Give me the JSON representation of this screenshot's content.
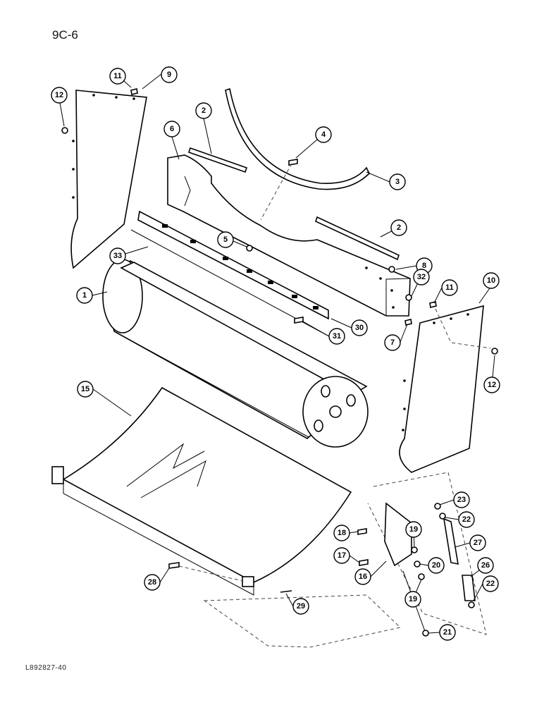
{
  "page_label": "9C-6",
  "image_code": "L892827-40",
  "callouts": [
    {
      "id": "c11a",
      "label": "11"
    },
    {
      "id": "c9",
      "label": "9"
    },
    {
      "id": "c12a",
      "label": "12"
    },
    {
      "id": "c2a",
      "label": "2"
    },
    {
      "id": "c6",
      "label": "6"
    },
    {
      "id": "c4",
      "label": "4"
    },
    {
      "id": "c3",
      "label": "3"
    },
    {
      "id": "c2b",
      "label": "2"
    },
    {
      "id": "c5",
      "label": "5"
    },
    {
      "id": "c33",
      "label": "33"
    },
    {
      "id": "c8",
      "label": "8"
    },
    {
      "id": "c32",
      "label": "32"
    },
    {
      "id": "c10",
      "label": "10"
    },
    {
      "id": "c1",
      "label": "1"
    },
    {
      "id": "c11b",
      "label": "11"
    },
    {
      "id": "c30",
      "label": "30"
    },
    {
      "id": "c31",
      "label": "31"
    },
    {
      "id": "c7",
      "label": "7"
    },
    {
      "id": "c12b",
      "label": "12"
    },
    {
      "id": "c15",
      "label": "15"
    },
    {
      "id": "c23",
      "label": "23"
    },
    {
      "id": "c22a",
      "label": "22"
    },
    {
      "id": "c18",
      "label": "18"
    },
    {
      "id": "c19a",
      "label": "19"
    },
    {
      "id": "c27",
      "label": "27"
    },
    {
      "id": "c17",
      "label": "17"
    },
    {
      "id": "c20",
      "label": "20"
    },
    {
      "id": "c26",
      "label": "26"
    },
    {
      "id": "c16",
      "label": "16"
    },
    {
      "id": "c22b",
      "label": "22"
    },
    {
      "id": "c19b",
      "label": "19"
    },
    {
      "id": "c28",
      "label": "28"
    },
    {
      "id": "c29",
      "label": "29"
    },
    {
      "id": "c21",
      "label": "21"
    }
  ]
}
